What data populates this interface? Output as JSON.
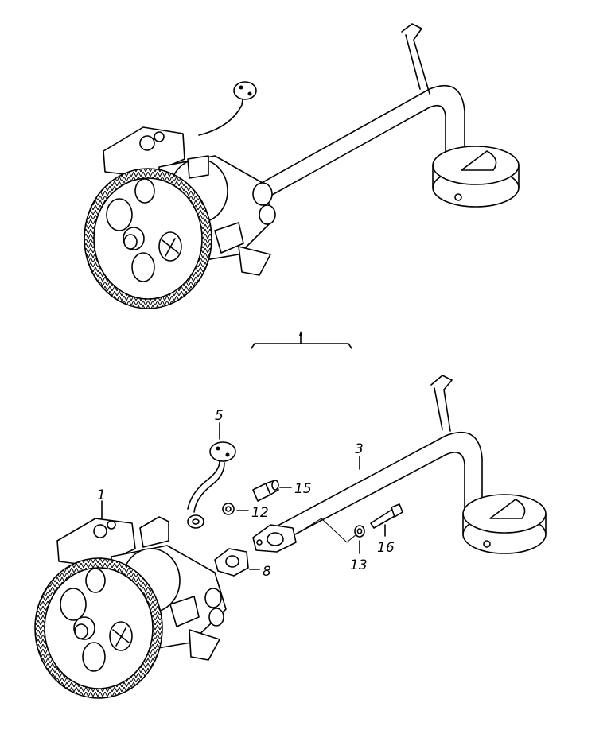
{
  "labels": {
    "p1": "1",
    "p3": "3",
    "p5": "5",
    "p8": "8",
    "p12": "12",
    "p13": "13",
    "p15": "15",
    "p16": "16"
  }
}
